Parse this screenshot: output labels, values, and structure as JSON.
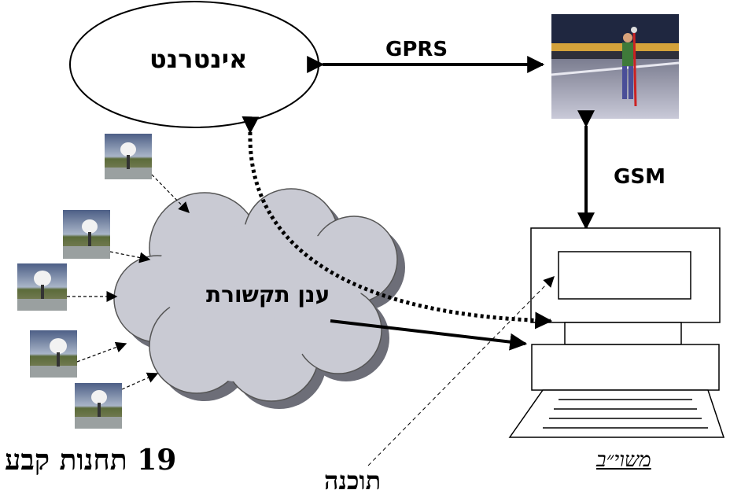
{
  "internet_label": "אינטרנט",
  "gprs_label": "GPRS",
  "gsm_label": "GSM",
  "cloud_label": "ענן תקשורת",
  "stations_label": "19 תחנות קבע",
  "computer_label": "משוי״ב",
  "software_label": "תוכנה",
  "colors": {
    "cloud": "#c9cad3",
    "cloud_shadow": "#6d6e78",
    "sky": "#7b8fa8",
    "field": "#5b6b3a"
  }
}
